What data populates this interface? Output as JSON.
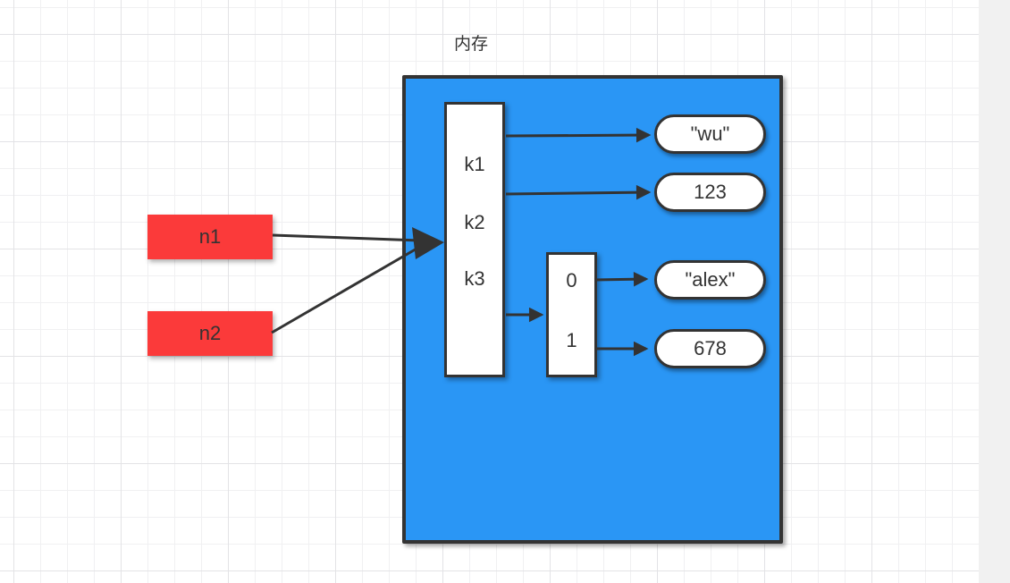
{
  "title": "内存",
  "colors": {
    "memory_fill": "#2a96f5",
    "variable_fill": "#fb3a3a",
    "stroke": "#333333",
    "node_fill": "#ffffff",
    "canvas_grid": "#f0f0f2"
  },
  "variables": [
    {
      "label": "n1"
    },
    {
      "label": "n2"
    }
  ],
  "dict_box": {
    "keys": [
      {
        "label": "k1"
      },
      {
        "label": "k2"
      },
      {
        "label": "k3"
      }
    ]
  },
  "list_box": {
    "indexes": [
      {
        "label": "0"
      },
      {
        "label": "1"
      }
    ]
  },
  "values": [
    {
      "label": "\"wu\""
    },
    {
      "label": "123"
    },
    {
      "label": "\"alex\""
    },
    {
      "label": "678"
    }
  ]
}
